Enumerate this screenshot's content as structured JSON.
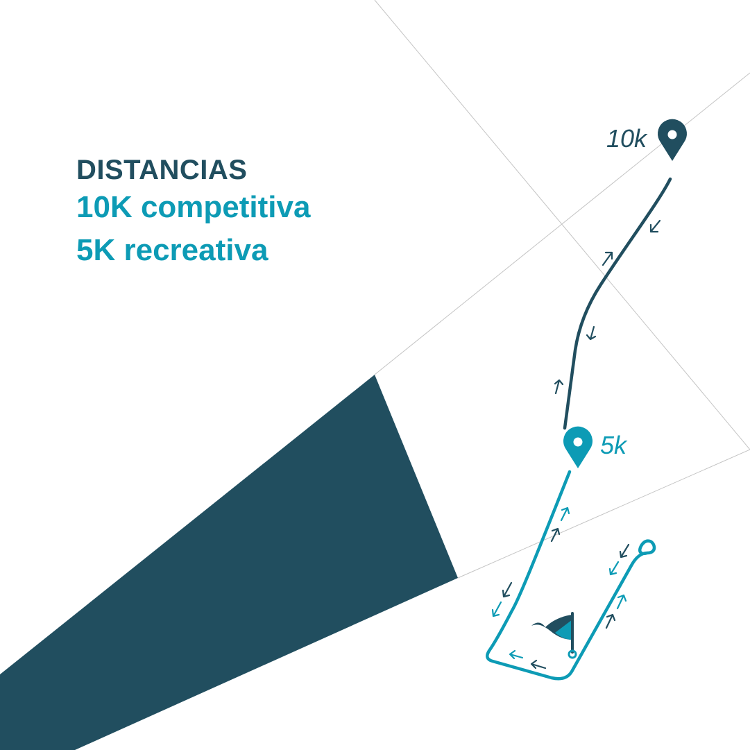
{
  "heading": {
    "title": "DISTANCIAS",
    "line1": "10K competitiva",
    "line2": "5K recreativa"
  },
  "markers": {
    "start_10k": {
      "label": "10k",
      "icon": "map-pin-icon"
    },
    "start_5k": {
      "label": "5k",
      "icon": "map-pin-icon"
    },
    "finish": {
      "icon": "finish-flag-icon"
    }
  },
  "colors": {
    "dark": "#214e5f",
    "teal": "#0d9bb5",
    "grid": "#bfbfbf",
    "background": "#ffffff"
  }
}
